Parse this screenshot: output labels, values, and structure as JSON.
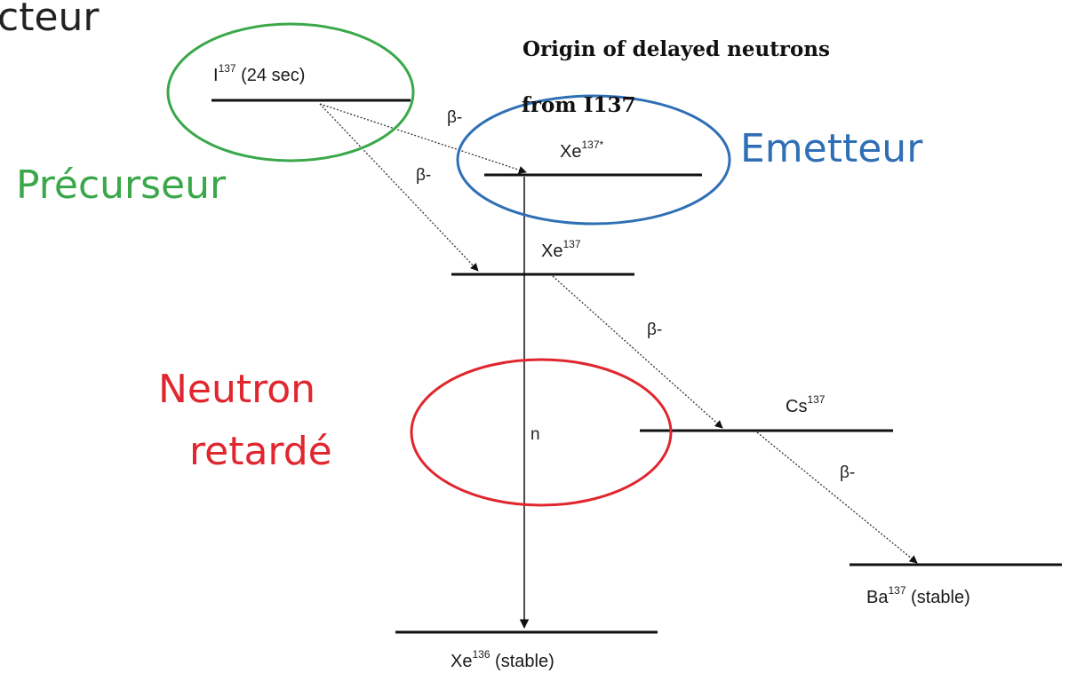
{
  "corner_text": "cteur",
  "title_line1": "Origin of delayed neutrons",
  "title_line2": "from I137",
  "labels": {
    "precursor": "Précurseur",
    "emitter": "Emetteur",
    "delayed_line1": "Neutron",
    "delayed_line2": "retardé"
  },
  "nuclides": {
    "i137": {
      "base": "I",
      "sup": "137",
      "suffix": " (24 sec)"
    },
    "xe137_excited": {
      "base": "Xe",
      "sup": "137*",
      "suffix": ""
    },
    "xe137": {
      "base": "Xe",
      "sup": "137",
      "suffix": ""
    },
    "cs137": {
      "base": "Cs",
      "sup": "137",
      "suffix": ""
    },
    "ba137": {
      "base": "Ba",
      "sup": "137",
      "suffix": " (stable)"
    },
    "xe136": {
      "base": "Xe",
      "sup": "136",
      "suffix": " (stable)"
    }
  },
  "decays": {
    "beta_i_to_xe137_excited": "β-",
    "beta_i_to_xe137": "β-",
    "beta_xe137_to_cs137": "β-",
    "beta_cs137_to_ba137": "β-",
    "neutron": "n"
  },
  "colors": {
    "precursor": "#3aa84a",
    "emitter": "#2f6fb5",
    "delayed": "#e0262e",
    "lines": "#111111"
  }
}
